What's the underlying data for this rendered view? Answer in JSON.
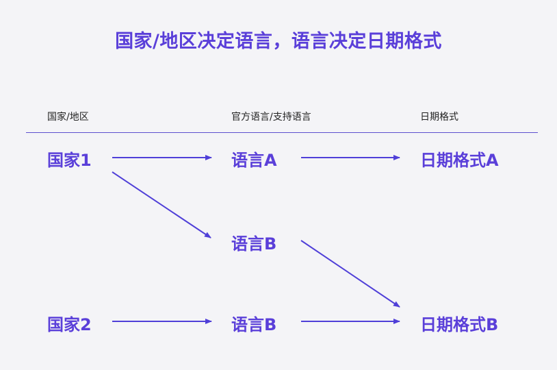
{
  "title": "国家/地区决定语言，语言决定日期格式",
  "columns": {
    "country": "国家/地区",
    "language": "官方语言/支持语言",
    "date_format": "日期格式"
  },
  "nodes": {
    "country1": "国家1",
    "country2": "国家2",
    "lang_a": "语言A",
    "lang_b_top": "语言B",
    "lang_b_bottom": "语言B",
    "date_a": "日期格式A",
    "date_b": "日期格式B"
  },
  "colors": {
    "accent": "#5a3fd9",
    "arrow": "#4f3fd8",
    "background": "#f4f4f7"
  }
}
